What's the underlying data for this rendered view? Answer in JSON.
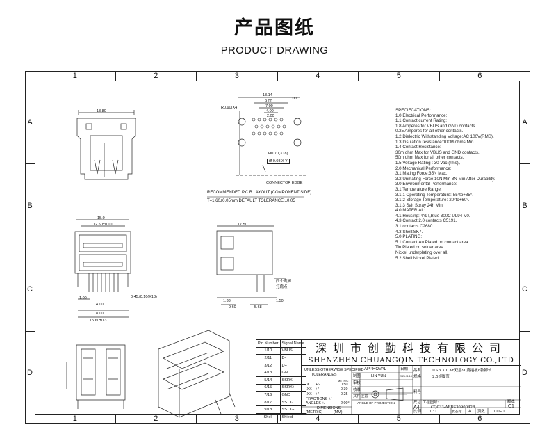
{
  "header": {
    "title_cn": "产品图纸",
    "title_en": "PRODUCT DRAWING"
  },
  "border": {
    "columns": [
      "1",
      "2",
      "3",
      "4",
      "5",
      "6"
    ],
    "rows": [
      "A",
      "B",
      "C",
      "D"
    ]
  },
  "specifications": [
    "SPECIFCATIONS:",
    "1.0  Electrical  Performance:",
    "1.1  Contact current Rating:",
    "       1.8 Amperes for VBUS and GND contacts.",
    "       0.25  Amperes for all other contacts.",
    "1.2  Dielectric Withstanding Voltage:AC 100V(RMS).",
    "1.3  Insulation resistance:100M ohms Min.",
    "1.4  Contact Resistance:",
    "       30m  ohm  Max for VBUS and GND contacts.",
    "       50m  ohm  Max for all other contacts.",
    "1.5  Voltage Rating : 30 Vac (rms)。",
    "2.0  Mechanical  Performance:",
    "3.1  Mating Force:35N Max.",
    "3.2  Unmating Force:10N Min 8N Min After Durability.",
    "3.0  Environmental  Performance:",
    "3.1  Temperature Range:",
    "3.1.1  Operating Temperature:-55°to+85°.",
    "3.1.2  Storage Temperature:-20°to+60°.",
    "3.1.3  Salt Spray 24h Min.",
    "4.0  MATERIAL:",
    "4.1  Housing:PA9T,Blue 300C  UL94-V0.",
    "4.3  Contact:2.0  contacts  C5191.",
    "                  3.1  contacts  C2680.",
    "4.3  Shell:SK7.",
    "5.0  PLATING:",
    "5.1  Contact:Au Plated on contact area",
    "                 Tin Plated on solder area",
    "                 Nickel underplating over all.",
    "5.2  Shell:Nickel Plated."
  ],
  "dims": {
    "top_width": "13.80",
    "pcb_13_14": "13.14",
    "pcb_9": "9.00",
    "pcb_7": "7.00",
    "pcb_4": "4.00",
    "pcb_2": "2.00",
    "pcb_1": "1.00",
    "pcb_r": "R0.90(X4)",
    "hole": "Ø0.70(X18)",
    "tol_box": "Ø 0.08 X Y",
    "connector_edge": "CONNECTOR EDGE",
    "pcb_note": "RECOMMENDED P.C.B LAYOUT (COMPONENT SIDE)",
    "tol_note": "T=1.60±0.05mm,DEFAULT TOLERANCE:±0.05",
    "front_15": "15.0",
    "front_12_50": "12.50±0.10",
    "front_4": "4.00",
    "front_8": "8.00",
    "front_15_60": "15.60±0.3",
    "front_045": "0.45±0.10(X18)",
    "front_100": "1.00",
    "side_17_5": "17.50",
    "side_1_38": "1.38",
    "side_9_60": "9.60",
    "side_5_68": "5.68",
    "side_1_50": "1.50",
    "side_note_cn_1": "四个弯脚",
    "side_note_cn_2": "打扁点"
  },
  "pin_table": {
    "headers": [
      "Pin Number",
      "Signal Name"
    ],
    "rows": [
      [
        "1/10",
        "VBUS"
      ],
      [
        "2/11",
        "D-"
      ],
      [
        "3/12",
        "D+"
      ],
      [
        "4/13",
        "GND"
      ],
      [
        "5/14",
        "SSRX-"
      ],
      [
        "6/15",
        "SSRX+"
      ],
      [
        "7/16",
        "GND"
      ],
      [
        "8/17",
        "SSTX-"
      ],
      [
        "9/18",
        "SSTX+"
      ],
      [
        "Shell",
        "Shield"
      ]
    ]
  },
  "title_block": {
    "company_cn": "深圳市创勤科技有限公司",
    "company_en": "SHENZHEN CHUANGQIN TECHNOLOGY CO.,LTD",
    "unless": "UNLESS OTHERWISE SPECIFIED",
    "tolerances": "TOLERANCES",
    "metric": "METRIC",
    "tol_rows": [
      [
        ".X",
        "+/-",
        "0.50"
      ],
      [
        ".XX",
        "+/-",
        "0.30"
      ],
      [
        ".XX",
        "+/-",
        "0.25"
      ]
    ],
    "fractions": "FRACTIONS +/-",
    "angles": "ANGLES +/-",
    "angles_val": "2.00°",
    "dimensions": "DIMENSIONS",
    "metric_paren": "(METRIC)",
    "mm": "(MM)",
    "approval": "APPROVAL",
    "date_cn": "日期",
    "drawn_cn": "制图",
    "drawn_by": "LIN YUN",
    "drawn_date": "2021.11.13",
    "check_cn": "审核",
    "verify_cn": "核准",
    "file_loc_cn": "文件位置",
    "angle_proj": "ANGLE OF PROJECTION",
    "name_cn": "品名",
    "name_cn2": "规格",
    "product_name": "USB 3.1 AF双层90度插板8款脚长",
    "product_spec": "2.5短脚弯",
    "material_no_cn": "料号",
    "size_cn": "尺寸",
    "size": "A4",
    "drawing_no_cn": "工程图号:",
    "drawing_no": "CQ033-AFBS30900428",
    "rev_cn": "版本",
    "rev": "C1",
    "scale_cn": "比例",
    "scale": "1 : 1",
    "status_cn": "状态标",
    "status": "A",
    "sheet_cn": "页数",
    "sheet": "1 OF 1"
  }
}
